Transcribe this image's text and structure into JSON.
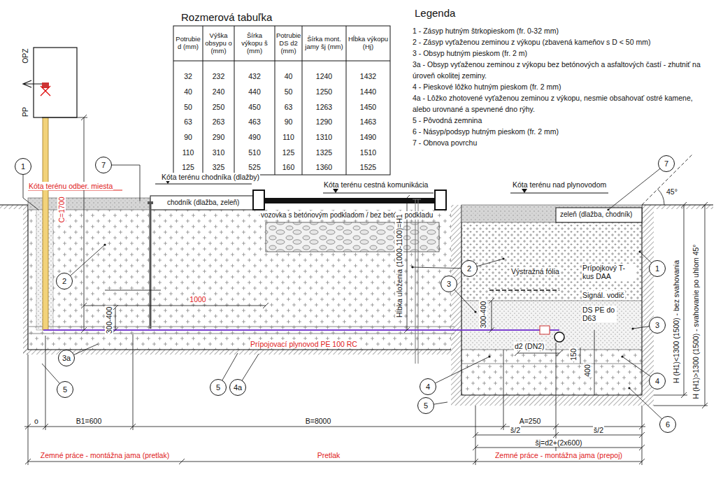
{
  "diagram": {
    "nodes": [
      {
        "text": [
          "1"
        ]
      },
      {
        "text": [
          "7"
        ]
      },
      {
        "text": [
          "7"
        ]
      },
      {
        "text": [
          "2"
        ]
      },
      {
        "text": [
          "2"
        ]
      },
      {
        "text": [
          "3"
        ]
      },
      {
        "text": [
          "1"
        ]
      },
      {
        "text": [
          "3a"
        ]
      },
      {
        "text": [
          "3"
        ]
      },
      {
        "text": [
          "4"
        ]
      },
      {
        "text": [
          "5"
        ]
      },
      {
        "text": [
          "5"
        ]
      },
      {
        "text": [
          "4a"
        ]
      },
      {
        "text": [
          "4"
        ]
      },
      {
        "text": [
          "5"
        ]
      },
      {
        "text": [
          "6"
        ]
      }
    ],
    "labels": [
      "Rozmerová tabuľka",
      "Potrubie d (mm)",
      "Výška obsypu o (mm)",
      "Šírka výkopu š (mm)",
      "Potrubie DS d2 (mm)",
      "Šírka mont. jamy šj (mm)",
      "Hĺbka výkopu (Hj)",
      "32",
      "232",
      "432",
      "40",
      "1240",
      "1432",
      "40",
      "240",
      "440",
      "50",
      "1250",
      "1440",
      "50",
      "250",
      "450",
      "63",
      "1263",
      "1450",
      "63",
      "263",
      "463",
      "90",
      "1290",
      "1463",
      "90",
      "290",
      "490",
      "110",
      "1310",
      "1490",
      "110",
      "310",
      "510",
      "125",
      "1325",
      "1510",
      "125",
      "325",
      "525",
      "160",
      "1360",
      "1525",
      "Legenda",
      "OPZ",
      "PP",
      "Kóta terénu odber. miesta",
      "C=1700",
      "Kóta terénu chodníka (dlažby)",
      "chodník (dlažba, zeleň)",
      "Kóta terénu cestná komunikácia",
      "vozovka s betónovým podkladom / bez betón. podkladu",
      "Kóta terénu nad plynovodom",
      "45°",
      "zeleň (dlažba, chodník)",
      "1000",
      "300-400",
      "Hĺbka uloženia (1000-1100)=H1",
      "Prípojovací plynovod PE 100 RC",
      "Výstražná fólia",
      "300-400",
      "Prípojkový T-kus DAA",
      "Signál. vodič",
      "DS PE do D63",
      "d2 (DN2)",
      "150",
      "400",
      "H (H1)<1300 (1500) - bez svahovania",
      "H (H1)>1300 (1500) - svahovanie po uhlom 45°",
      "o",
      "B1=600",
      "B=8000",
      "A=250",
      "š/2",
      "š/2",
      "šj=d2+(2x600)",
      "Zemné práce - montážna jama (pretlak)",
      "Pretlak",
      "Zemné práce - montážna jama (prepoj)"
    ],
    "legend": [
      {
        "text": "1 - Zásyp hutným štrkopieskom (fr. 0-32 mm)"
      },
      {
        "text": "2 - Zásyp vyťaženou zeminou z výkopu (zbavená kameňov s D < 50 mm)"
      },
      {
        "text": "3 - Obsyp hutným pieskom (fr. 2 m)"
      },
      {
        "text": "3a - Obsyp vyťaženou zeminou z výkopu bez betónových a asfaltových častí - zhutniť na úroveň okolitej zeminy."
      },
      {
        "text": "4 - Pieskové lôžko hutným pieskom (fr. 2 mm)"
      },
      {
        "text": "4a - Lôžko zhotovené vyťaženou zeminou z výkopu, nesmie obsahovať ostré kamene, alebo urovnané a spevnené dno rýhy."
      },
      {
        "text": "5 - Pôvodná zemnina"
      },
      {
        "text": "6 - Násyp/podsyp hutným pieskom (fr. 2 mm)"
      },
      {
        "text": "7 - Obnova povrchu"
      }
    ]
  }
}
